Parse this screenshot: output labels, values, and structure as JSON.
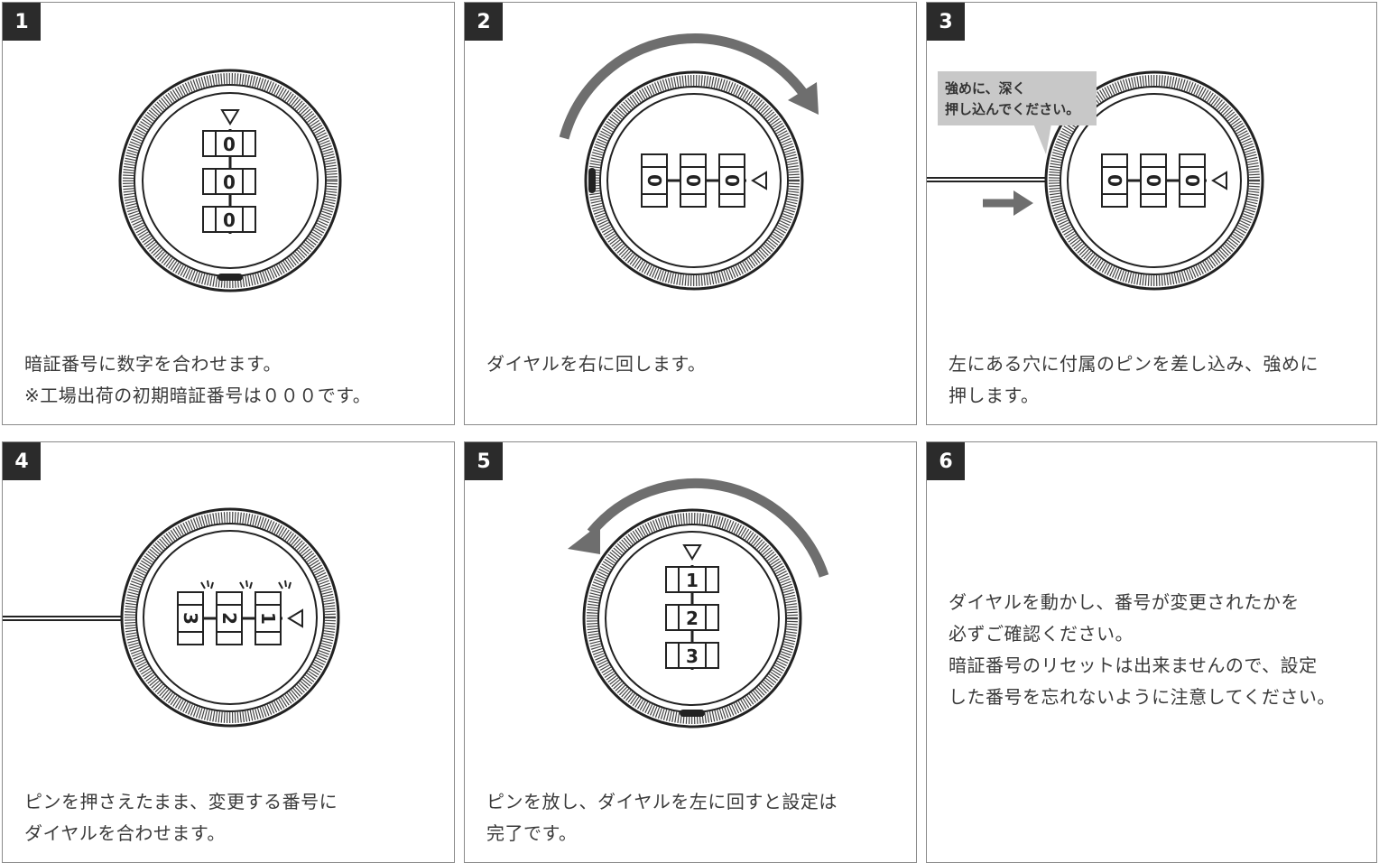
{
  "colors": {
    "frame": "#8a8a8a",
    "badge_bg": "#2b2b2b",
    "arrow": "#6e6e6e",
    "callout_bg": "#c8c8c8",
    "ink": "#222222"
  },
  "icons": {
    "rotate_right": "clockwise-arrow-icon",
    "rotate_left": "counterclockwise-arrow-icon",
    "push": "right-arrow-icon",
    "pointer": "triangle-pointer-icon"
  },
  "steps": [
    {
      "number": "1",
      "lines": [
        "暗証番号に数字を合わせます。",
        "※工場出荷の初期暗証番号は０００です。"
      ],
      "wheels": [
        "0",
        "0",
        "0"
      ]
    },
    {
      "number": "2",
      "lines": [
        "ダイヤルを右に回します。"
      ],
      "wheels": [
        "0",
        "0",
        "0"
      ]
    },
    {
      "number": "3",
      "lines": [
        "左にある穴に付属のピンを差し込み、強めに",
        "押します。"
      ],
      "wheels": [
        "0",
        "0",
        "0"
      ],
      "callout": [
        "強めに、深く",
        "押し込んでください。"
      ]
    },
    {
      "number": "4",
      "lines": [
        "ピンを押さえたまま、変更する番号に",
        "ダイヤルを合わせます。"
      ],
      "wheels": [
        "3",
        "2",
        "1"
      ]
    },
    {
      "number": "5",
      "lines": [
        "ピンを放し、ダイヤルを左に回すと設定は",
        "完了です。"
      ],
      "wheels": [
        "1",
        "2",
        "3"
      ]
    },
    {
      "number": "6",
      "lines": [
        "ダイヤルを動かし、番号が変更されたかを",
        "必ずご確認ください。",
        "暗証番号のリセットは出来ませんので、設定",
        "した番号を忘れないように注意してください。"
      ]
    }
  ]
}
